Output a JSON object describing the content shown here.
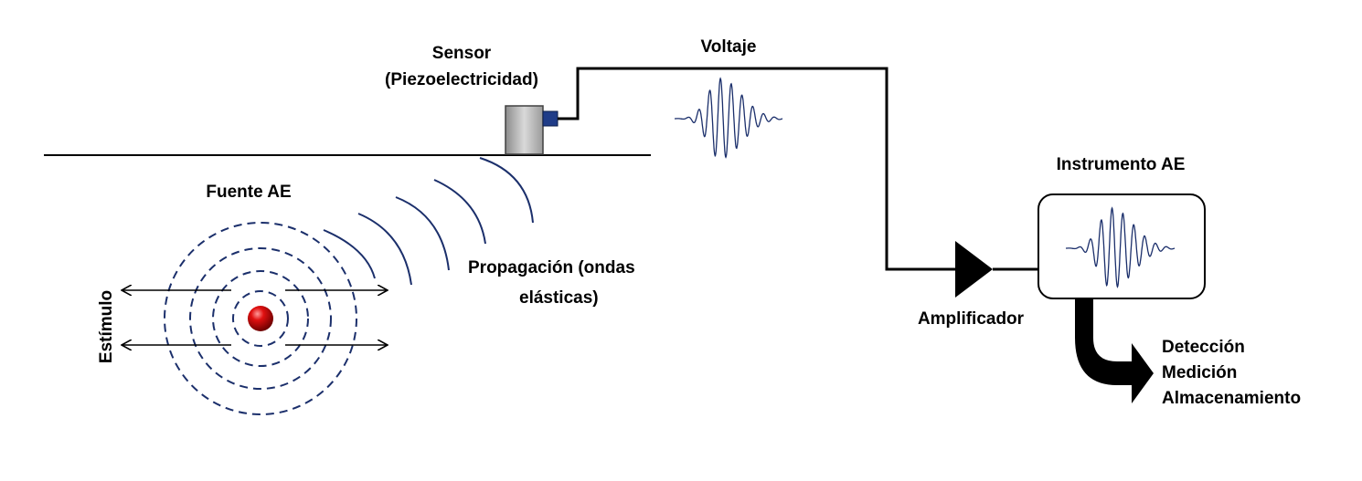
{
  "labels": {
    "sensor_line1": "Sensor",
    "sensor_line2": "(Piezoelectricidad)",
    "voltage": "Voltaje",
    "source": "Fuente AE",
    "propagation_line1": "Propagación (ondas",
    "propagation_line2": "elásticas)",
    "stimulus": "Estímulo",
    "instrument": "Instrumento AE",
    "amplifier": "Amplificador",
    "outputs": [
      "Detección",
      "Medición",
      "Almacenamiento"
    ]
  },
  "colors": {
    "wave": "#1b2f6b",
    "source": "#c00000",
    "line": "#000000",
    "sensor_connector": "#1f3c88"
  }
}
